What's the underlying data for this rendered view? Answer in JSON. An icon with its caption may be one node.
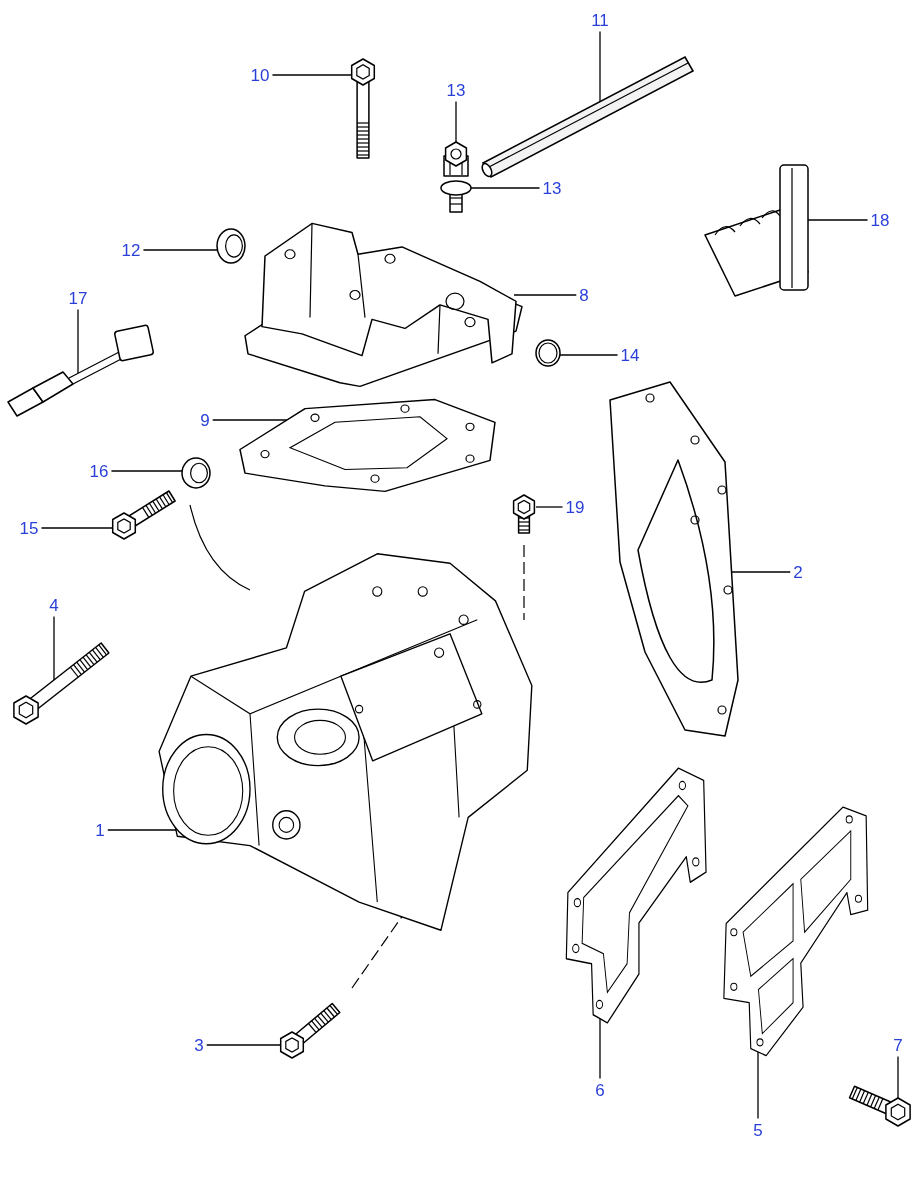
{
  "diagram": {
    "nodes": [
      {
        "text": [
          "11"
        ]
      },
      {
        "text": [
          "10"
        ]
      },
      {
        "text": [
          "13"
        ]
      },
      {
        "text": [
          "13"
        ]
      },
      {
        "text": [
          "18"
        ]
      },
      {
        "text": [
          "12"
        ]
      },
      {
        "text": [
          "8"
        ]
      },
      {
        "text": [
          "17"
        ]
      },
      {
        "text": [
          "14"
        ]
      },
      {
        "text": [
          "9"
        ]
      },
      {
        "text": [
          "16"
        ]
      },
      {
        "text": [
          "19"
        ]
      },
      {
        "text": [
          "15"
        ]
      },
      {
        "text": [
          "2"
        ]
      },
      {
        "text": [
          "4"
        ]
      },
      {
        "text": [
          "1"
        ]
      },
      {
        "text": [
          "7"
        ]
      },
      {
        "text": [
          "3"
        ]
      },
      {
        "text": [
          "6"
        ]
      },
      {
        "text": [
          "5"
        ]
      },
      {
        "text": [],
        "shape": "picture"
      },
      {
        "text": [],
        "shape": "picture"
      },
      {
        "text": [],
        "shape": "picture"
      },
      {
        "text": [],
        "shape": "picture"
      },
      {
        "text": [],
        "shape": "picture"
      },
      {
        "text": [],
        "shape": "picture"
      },
      {
        "text": [],
        "shape": "picture"
      },
      {
        "text": [],
        "shape": "picture"
      },
      {
        "text": [],
        "shape": "picture"
      },
      {
        "text": [],
        "shape": "picture"
      },
      {
        "text": [],
        "shape": "picture"
      },
      {
        "text": [],
        "shape": "picture"
      },
      {
        "text": [],
        "shape": "picture"
      },
      {
        "text": [],
        "shape": "picture"
      },
      {
        "text": [],
        "shape": "picture"
      },
      {
        "text": [],
        "shape": "picture"
      },
      {
        "text": [],
        "shape": "picture"
      },
      {
        "text": [],
        "shape": "picture"
      },
      {
        "text": [],
        "shape": "picture"
      },
      {
        "text": [],
        "shape": "picture"
      }
    ],
    "edges": [
      {
        "from": 0,
        "to": 20,
        "arrow": "none"
      },
      {
        "from": 1,
        "to": 21,
        "arrow": "none"
      },
      {
        "from": 2,
        "to": 22,
        "arrow": "none"
      },
      {
        "from": 3,
        "to": 23,
        "arrow": "none"
      },
      {
        "from": 4,
        "to": 24,
        "arrow": "none"
      },
      {
        "from": 5,
        "to": 25,
        "arrow": "none"
      },
      {
        "from": 6,
        "to": 26,
        "arrow": "none"
      },
      {
        "from": 7,
        "to": 27,
        "arrow": "none"
      },
      {
        "from": 8,
        "to": 28,
        "arrow": "none"
      },
      {
        "from": 9,
        "to": 29,
        "arrow": "none"
      },
      {
        "from": 10,
        "to": 30,
        "arrow": "none"
      },
      {
        "from": 11,
        "to": 31,
        "arrow": "none"
      },
      {
        "from": 12,
        "to": 32,
        "arrow": "none"
      },
      {
        "from": 13,
        "to": 33,
        "arrow": "none"
      },
      {
        "from": 14,
        "to": 34,
        "arrow": "none"
      },
      {
        "from": 15,
        "to": 35,
        "arrow": "none"
      },
      {
        "from": 16,
        "to": 36,
        "arrow": "none"
      },
      {
        "from": 17,
        "to": 37,
        "arrow": "none"
      },
      {
        "from": 18,
        "to": 38,
        "arrow": "none"
      },
      {
        "from": 19,
        "to": 39,
        "arrow": "none"
      }
    ]
  }
}
